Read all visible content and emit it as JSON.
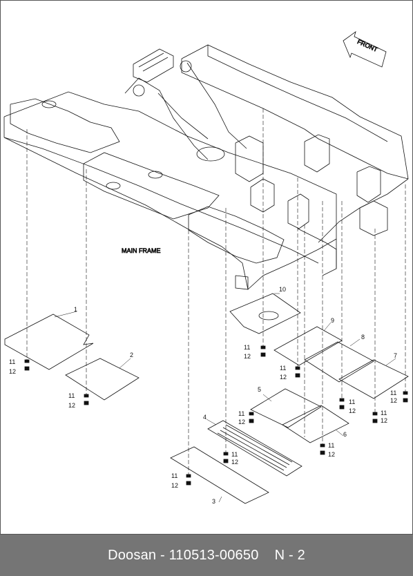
{
  "diagram": {
    "frame_label": "MAIN FRAME",
    "direction_label": "FRONT",
    "callouts": {
      "p1": "1",
      "p2": "2",
      "p3": "3",
      "p4": "4",
      "p5": "5",
      "p6": "6",
      "p7": "7",
      "p8": "8",
      "p9": "9",
      "p10": "10"
    },
    "hardware": {
      "bolt": "11",
      "washer": "12"
    }
  },
  "footer": {
    "brand": "Doosan",
    "sep": " - ",
    "part_number": "110513-00650",
    "page": "N - 2"
  }
}
